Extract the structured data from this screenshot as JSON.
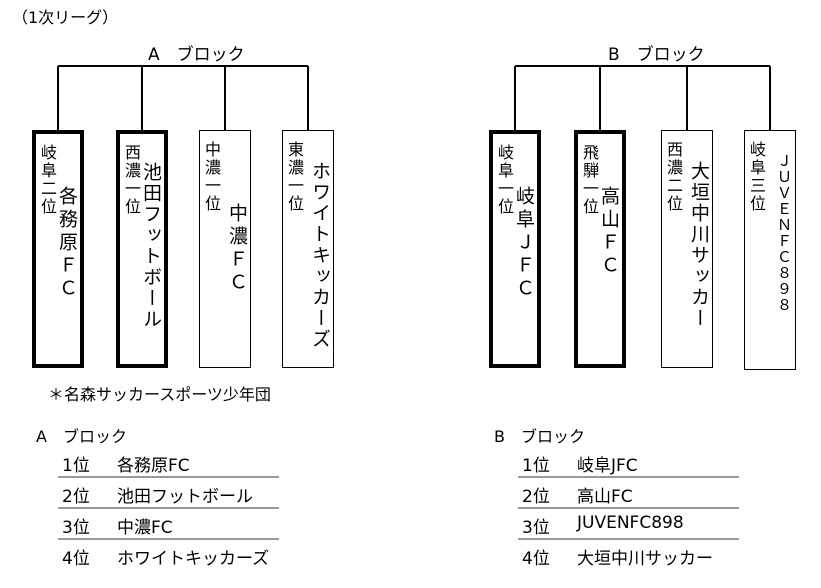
{
  "caption": "（1次リーグ）",
  "note": "＊名森サッカースポーツ少年団",
  "blocks": [
    {
      "title": "A　ブロック",
      "teams": [
        {
          "rank": "岐阜二位",
          "name": "各務原ＦＣ"
        },
        {
          "rank": "西濃一位",
          "name": "池田フットボール"
        },
        {
          "rank": "中濃一位",
          "name": "中濃ＦＣ"
        },
        {
          "rank": "東濃一位",
          "name": "ホワイトキッカーズ"
        }
      ],
      "results_title": "A　ブロック",
      "results": [
        {
          "pos": "1位",
          "team": "各務原FC"
        },
        {
          "pos": "2位",
          "team": "池田フットボール"
        },
        {
          "pos": "3位",
          "team": "中濃FC"
        },
        {
          "pos": "4位",
          "team": "ホワイトキッカーズ"
        }
      ]
    },
    {
      "title": "B　ブロック",
      "teams": [
        {
          "rank": "岐阜一位",
          "name": "岐阜ＪＦＣ"
        },
        {
          "rank": "飛騨一位",
          "name": "高山ＦＣ"
        },
        {
          "rank": "西濃二位",
          "name": "大垣中川サッカー"
        },
        {
          "rank": "岐阜三位",
          "name": "ＪＵＶＥＮＦＣ８９８"
        }
      ],
      "results_title": "B　ブロック",
      "results": [
        {
          "pos": "1位",
          "team": "岐阜JFC"
        },
        {
          "pos": "2位",
          "team": "高山FC"
        },
        {
          "pos": "3位",
          "team": "JUVENFC898"
        },
        {
          "pos": "4位",
          "team": "大垣中川サッカー"
        }
      ]
    }
  ]
}
